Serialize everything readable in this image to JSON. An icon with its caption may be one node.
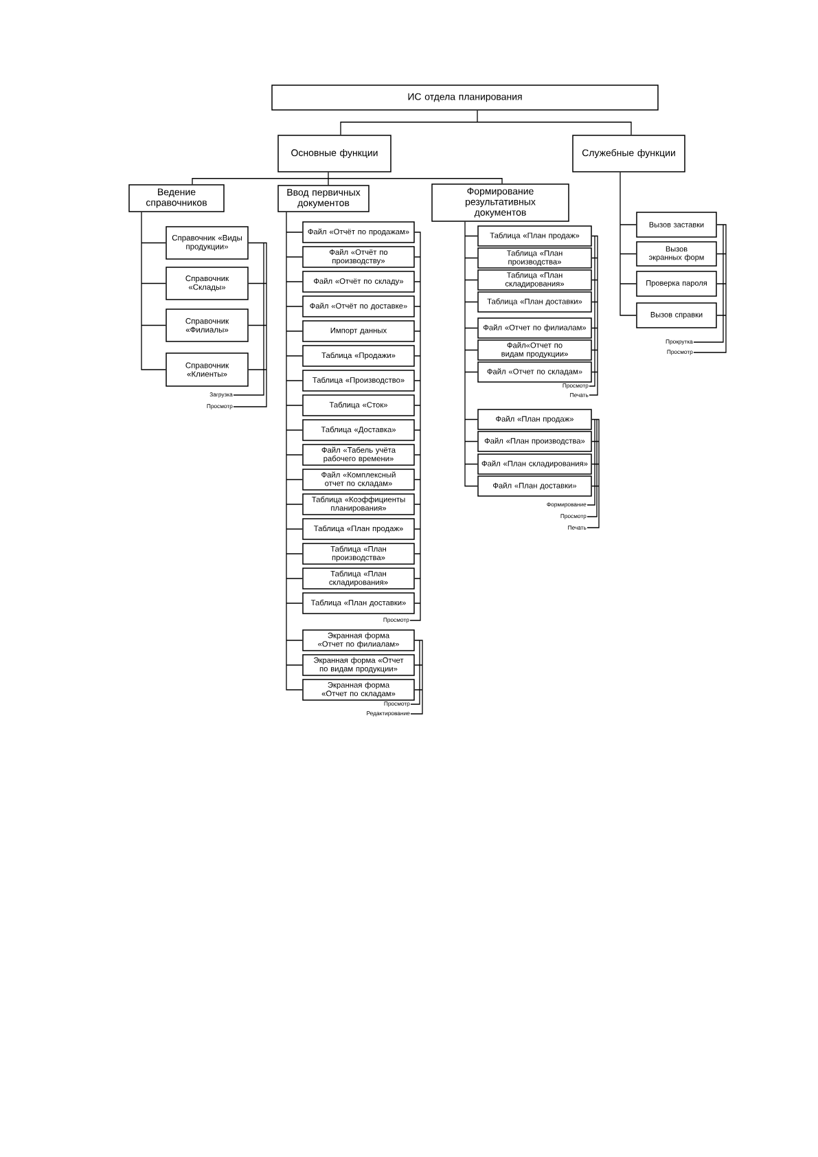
{
  "diagram": {
    "nodes": [
      {
        "text": [
          "ИС отдела планирования"
        ]
      },
      {
        "text": [
          "Основные функции"
        ]
      },
      {
        "text": [
          "Служебные функции"
        ]
      },
      {
        "text": [
          "Ведение справочников"
        ]
      },
      {
        "text": [
          "Ввод первичных документов"
        ]
      },
      {
        "text": [
          "Формирование результативных документов"
        ]
      },
      {
        "text": [
          "Справочник «Виды продукции»"
        ]
      },
      {
        "text": [
          "Справочник «Склады»"
        ]
      },
      {
        "text": [
          "Справочник «Филиалы»"
        ]
      },
      {
        "text": [
          "Справочник «Клиенты»"
        ]
      },
      {
        "text": [
          "Загрузка"
        ]
      },
      {
        "text": [
          "Просмотр"
        ]
      },
      {
        "text": [
          "Файл «Отчёт по продажам»"
        ]
      },
      {
        "text": [
          "Файл «Отчёт по производству»"
        ]
      },
      {
        "text": [
          "Файл «Отчёт по складу»"
        ]
      },
      {
        "text": [
          "Файл «Отчёт по доставке»"
        ]
      },
      {
        "text": [
          "Импорт данных"
        ]
      },
      {
        "text": [
          "Таблица «Продажи»"
        ]
      },
      {
        "text": [
          "Таблица «Производство»"
        ]
      },
      {
        "text": [
          "Таблица «Сток»"
        ]
      },
      {
        "text": [
          "Таблица «Доставка»"
        ]
      },
      {
        "text": [
          "Файл «Табель учёта рабочего времени»"
        ]
      },
      {
        "text": [
          "Файл «Комплексный отчет по складам»"
        ]
      },
      {
        "text": [
          "Таблица «Коэффициенты планирования»"
        ]
      },
      {
        "text": [
          "Таблица «План продаж»"
        ]
      },
      {
        "text": [
          "Таблица «План производства»"
        ]
      },
      {
        "text": [
          "Таблица «План складирования»"
        ]
      },
      {
        "text": [
          "Таблица «План доставки»"
        ]
      },
      {
        "text": [
          "Просмотр"
        ]
      },
      {
        "text": [
          "Экранная форма «Отчет по филиалам»"
        ]
      },
      {
        "text": [
          "Экранная форма «Отчет по видам продукции»"
        ]
      },
      {
        "text": [
          "Экранная форма «Отчет по складам»"
        ]
      },
      {
        "text": [
          "Просмотр"
        ]
      },
      {
        "text": [
          "Редактирование"
        ]
      },
      {
        "text": [
          "Таблица «План продаж»"
        ]
      },
      {
        "text": [
          "Таблица «План производства»"
        ]
      },
      {
        "text": [
          "Таблица «План складирования»"
        ]
      },
      {
        "text": [
          "Таблица «План доставки»"
        ]
      },
      {
        "text": [
          "Файл «Отчет по филиалам»"
        ]
      },
      {
        "text": [
          "Файл«Отчет по видам продукции»"
        ]
      },
      {
        "text": [
          "Файл «Отчет по складам»"
        ]
      },
      {
        "text": [
          "Просмотр"
        ]
      },
      {
        "text": [
          "Печать"
        ]
      },
      {
        "text": [
          "Файл «План продаж»"
        ]
      },
      {
        "text": [
          "Файл «План производства»"
        ]
      },
      {
        "text": [
          "Файл «План складирования»"
        ]
      },
      {
        "text": [
          "Файл «План доставки»"
        ]
      },
      {
        "text": [
          "Формирование"
        ]
      },
      {
        "text": [
          "Просмотр"
        ]
      },
      {
        "text": [
          "Печать"
        ]
      },
      {
        "text": [
          "Вызов заставки"
        ]
      },
      {
        "text": [
          "Вызов экранных форм"
        ]
      },
      {
        "text": [
          "Проверка пароля"
        ]
      },
      {
        "text": [
          "Вызов справки"
        ]
      },
      {
        "text": [
          "Прокрутка"
        ]
      },
      {
        "text": [
          "Просмотр"
        ]
      }
    ],
    "edges": [
      {
        "from": 0,
        "to": 1,
        "arrow": "none"
      },
      {
        "from": 0,
        "to": 2,
        "arrow": "none"
      },
      {
        "from": 1,
        "to": 3,
        "arrow": "none"
      },
      {
        "from": 1,
        "to": 4,
        "arrow": "none"
      },
      {
        "from": 1,
        "to": 5,
        "arrow": "none"
      },
      {
        "from": 3,
        "to": 6,
        "arrow": "none"
      },
      {
        "from": 3,
        "to": 7,
        "arrow": "none"
      },
      {
        "from": 3,
        "to": 8,
        "arrow": "none"
      },
      {
        "from": 3,
        "to": 9,
        "arrow": "none"
      },
      {
        "from": 4,
        "to": 12,
        "arrow": "none"
      },
      {
        "from": 4,
        "to": 13,
        "arrow": "none"
      },
      {
        "from": 4,
        "to": 14,
        "arrow": "none"
      },
      {
        "from": 4,
        "to": 15,
        "arrow": "none"
      },
      {
        "from": 4,
        "to": 16,
        "arrow": "none"
      },
      {
        "from": 4,
        "to": 17,
        "arrow": "none"
      },
      {
        "from": 4,
        "to": 18,
        "arrow": "none"
      },
      {
        "from": 4,
        "to": 19,
        "arrow": "none"
      },
      {
        "from": 4,
        "to": 20,
        "arrow": "none"
      },
      {
        "from": 4,
        "to": 21,
        "arrow": "none"
      },
      {
        "from": 4,
        "to": 22,
        "arrow": "none"
      },
      {
        "from": 4,
        "to": 23,
        "arrow": "none"
      },
      {
        "from": 4,
        "to": 24,
        "arrow": "none"
      },
      {
        "from": 4,
        "to": 25,
        "arrow": "none"
      },
      {
        "from": 4,
        "to": 26,
        "arrow": "none"
      },
      {
        "from": 4,
        "to": 27,
        "arrow": "none"
      },
      {
        "from": 4,
        "to": 29,
        "arrow": "none"
      },
      {
        "from": 4,
        "to": 30,
        "arrow": "none"
      },
      {
        "from": 4,
        "to": 31,
        "arrow": "none"
      },
      {
        "from": 5,
        "to": 34,
        "arrow": "none"
      },
      {
        "from": 5,
        "to": 35,
        "arrow": "none"
      },
      {
        "from": 5,
        "to": 36,
        "arrow": "none"
      },
      {
        "from": 5,
        "to": 37,
        "arrow": "none"
      },
      {
        "from": 5,
        "to": 38,
        "arrow": "none"
      },
      {
        "from": 5,
        "to": 39,
        "arrow": "none"
      },
      {
        "from": 5,
        "to": 40,
        "arrow": "none"
      },
      {
        "from": 5,
        "to": 43,
        "arrow": "none"
      },
      {
        "from": 5,
        "to": 44,
        "arrow": "none"
      },
      {
        "from": 5,
        "to": 45,
        "arrow": "none"
      },
      {
        "from": 5,
        "to": 46,
        "arrow": "none"
      },
      {
        "from": 2,
        "to": 50,
        "arrow": "none"
      },
      {
        "from": 2,
        "to": 51,
        "arrow": "none"
      },
      {
        "from": 2,
        "to": 52,
        "arrow": "none"
      },
      {
        "from": 2,
        "to": 53,
        "arrow": "none"
      },
      {
        "from": 6,
        "to": 10,
        "arrow": "none"
      },
      {
        "from": 7,
        "to": 10,
        "arrow": "none"
      },
      {
        "from": 8,
        "to": 10,
        "arrow": "none"
      },
      {
        "from": 9,
        "to": 10,
        "arrow": "none"
      },
      {
        "from": 6,
        "to": 11,
        "arrow": "none"
      },
      {
        "from": 7,
        "to": 11,
        "arrow": "none"
      },
      {
        "from": 8,
        "to": 11,
        "arrow": "none"
      },
      {
        "from": 9,
        "to": 11,
        "arrow": "none"
      },
      {
        "from": 12,
        "to": 28,
        "arrow": "none"
      },
      {
        "from": 13,
        "to": 28,
        "arrow": "none"
      },
      {
        "from": 14,
        "to": 28,
        "arrow": "none"
      },
      {
        "from": 15,
        "to": 28,
        "arrow": "none"
      },
      {
        "from": 16,
        "to": 28,
        "arrow": "none"
      },
      {
        "from": 17,
        "to": 28,
        "arrow": "none"
      },
      {
        "from": 18,
        "to": 28,
        "arrow": "none"
      },
      {
        "from": 19,
        "to": 28,
        "arrow": "none"
      },
      {
        "from": 20,
        "to": 28,
        "arrow": "none"
      },
      {
        "from": 21,
        "to": 28,
        "arrow": "none"
      },
      {
        "from": 22,
        "to": 28,
        "arrow": "none"
      },
      {
        "from": 23,
        "to": 28,
        "arrow": "none"
      },
      {
        "from": 24,
        "to": 28,
        "arrow": "none"
      },
      {
        "from": 25,
        "to": 28,
        "arrow": "none"
      },
      {
        "from": 26,
        "to": 28,
        "arrow": "none"
      },
      {
        "from": 27,
        "to": 28,
        "arrow": "none"
      },
      {
        "from": 29,
        "to": 32,
        "arrow": "none"
      },
      {
        "from": 30,
        "to": 32,
        "arrow": "none"
      },
      {
        "from": 31,
        "to": 32,
        "arrow": "none"
      },
      {
        "from": 29,
        "to": 33,
        "arrow": "none"
      },
      {
        "from": 30,
        "to": 33,
        "arrow": "none"
      },
      {
        "from": 31,
        "to": 33,
        "arrow": "none"
      },
      {
        "from": 34,
        "to": 41,
        "arrow": "none"
      },
      {
        "from": 35,
        "to": 41,
        "arrow": "none"
      },
      {
        "from": 36,
        "to": 41,
        "arrow": "none"
      },
      {
        "from": 37,
        "to": 41,
        "arrow": "none"
      },
      {
        "from": 38,
        "to": 41,
        "arrow": "none"
      },
      {
        "from": 39,
        "to": 41,
        "arrow": "none"
      },
      {
        "from": 40,
        "to": 41,
        "arrow": "none"
      },
      {
        "from": 34,
        "to": 42,
        "arrow": "none"
      },
      {
        "from": 35,
        "to": 42,
        "arrow": "none"
      },
      {
        "from": 36,
        "to": 42,
        "arrow": "none"
      },
      {
        "from": 37,
        "to": 42,
        "arrow": "none"
      },
      {
        "from": 38,
        "to": 42,
        "arrow": "none"
      },
      {
        "from": 39,
        "to": 42,
        "arrow": "none"
      },
      {
        "from": 40,
        "to": 42,
        "arrow": "none"
      },
      {
        "from": 43,
        "to": 47,
        "arrow": "none"
      },
      {
        "from": 44,
        "to": 47,
        "arrow": "none"
      },
      {
        "from": 45,
        "to": 47,
        "arrow": "none"
      },
      {
        "from": 46,
        "to": 47,
        "arrow": "none"
      },
      {
        "from": 43,
        "to": 48,
        "arrow": "none"
      },
      {
        "from": 44,
        "to": 48,
        "arrow": "none"
      },
      {
        "from": 45,
        "to": 48,
        "arrow": "none"
      },
      {
        "from": 46,
        "to": 48,
        "arrow": "none"
      },
      {
        "from": 43,
        "to": 49,
        "arrow": "none"
      },
      {
        "from": 44,
        "to": 49,
        "arrow": "none"
      },
      {
        "from": 45,
        "to": 49,
        "arrow": "none"
      },
      {
        "from": 46,
        "to": 49,
        "arrow": "none"
      },
      {
        "from": 50,
        "to": 54,
        "arrow": "none"
      },
      {
        "from": 51,
        "to": 54,
        "arrow": "none"
      },
      {
        "from": 52,
        "to": 54,
        "arrow": "none"
      },
      {
        "from": 53,
        "to": 54,
        "arrow": "none"
      },
      {
        "from": 50,
        "to": 55,
        "arrow": "none"
      },
      {
        "from": 51,
        "to": 55,
        "arrow": "none"
      },
      {
        "from": 52,
        "to": 55,
        "arrow": "none"
      },
      {
        "from": 53,
        "to": 55,
        "arrow": "none"
      }
    ]
  }
}
